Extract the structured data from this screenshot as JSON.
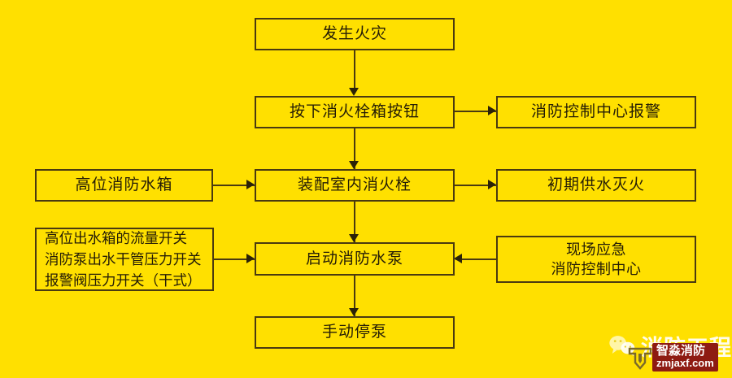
{
  "diagram": {
    "type": "flowchart",
    "title_text": "",
    "background_color": "#FFE000",
    "border_color": "#4a3a10",
    "text_color": "#241c06",
    "nodes": [
      {
        "id": "fire",
        "label": "发生火灾"
      },
      {
        "id": "press",
        "label": "按下消火栓箱按钮"
      },
      {
        "id": "alarm",
        "label": "消防控制中心报警"
      },
      {
        "id": "tank",
        "label": "高位消防水箱"
      },
      {
        "id": "hydrant",
        "label": "装配室内消火栓"
      },
      {
        "id": "initial",
        "label": "初期供水灭火"
      },
      {
        "id": "switches",
        "label": "高位出水箱的流量开关\n消防泵出水干管压力开关\n报警阀压力开关（干式）"
      },
      {
        "id": "startpump",
        "label": "启动消防水泵"
      },
      {
        "id": "emergency",
        "label": "现场应急\n消防控制中心"
      },
      {
        "id": "stoppump",
        "label": "手动停泵"
      }
    ],
    "edges": [
      {
        "from": "fire",
        "to": "press",
        "direction": "down"
      },
      {
        "from": "press",
        "to": "alarm",
        "direction": "right"
      },
      {
        "from": "press",
        "to": "hydrant",
        "direction": "down"
      },
      {
        "from": "tank",
        "to": "hydrant",
        "direction": "right"
      },
      {
        "from": "hydrant",
        "to": "initial",
        "direction": "right"
      },
      {
        "from": "hydrant",
        "to": "startpump",
        "direction": "down"
      },
      {
        "from": "switches",
        "to": "startpump",
        "direction": "right"
      },
      {
        "from": "emergency",
        "to": "startpump",
        "direction": "left"
      },
      {
        "from": "startpump",
        "to": "stoppump",
        "direction": "down"
      }
    ]
  },
  "watermark": {
    "wechat_icon": "wechat-icon",
    "brand_text": "消防工程",
    "logo_mark": "zhimiao-logo-icon",
    "logo_name": "智淼消防",
    "logo_url": "zmjaxf.com",
    "badge_color": "#8e1b12"
  }
}
